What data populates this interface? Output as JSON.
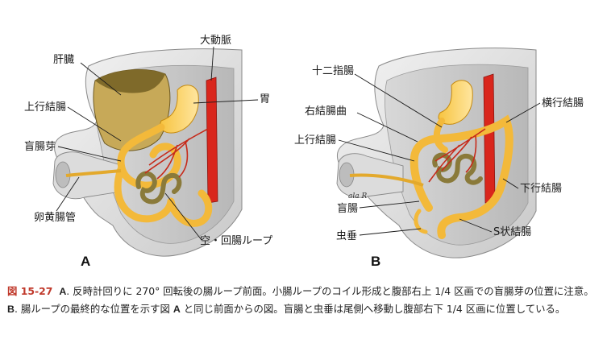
{
  "panel_a": {
    "letter": "A",
    "labels": {
      "liver": "肝臓",
      "aorta": "大動脈",
      "ascending_colon": "上行結腸",
      "stomach": "胃",
      "cecal_bud": "盲腸芽",
      "vitelline_duct": "卵黄腸管",
      "jejunoileal_loops": "空・回腸ループ"
    }
  },
  "panel_b": {
    "letter": "B",
    "labels": {
      "duodenum": "十二指腸",
      "transverse_colon": "横行結腸",
      "hepatic_flexure": "右結腸曲",
      "ascending_colon": "上行結腸",
      "descending_colon": "下行結腸",
      "cecum": "盲腸",
      "appendix": "虫垂",
      "sigmoid_colon": "S状結腸"
    },
    "signature": "ala R"
  },
  "caption": {
    "figure_number": "図 15-27",
    "letter_a": "A",
    "text_a": ". 反時計回りに 270° 回転後の腸ループ前面。小腸ループのコイル形成と腹部右上 1/4 区画での盲腸芽の位置に注意。",
    "letter_b": "B",
    "text_b": ". 腸ループの最終的な位置を示す図 ",
    "letter_b2": "A",
    "text_b2": " と同じ前面からの図。盲腸と虫垂は尾側へ移動し腹部右下 1/4 区画に位置している。"
  }
}
